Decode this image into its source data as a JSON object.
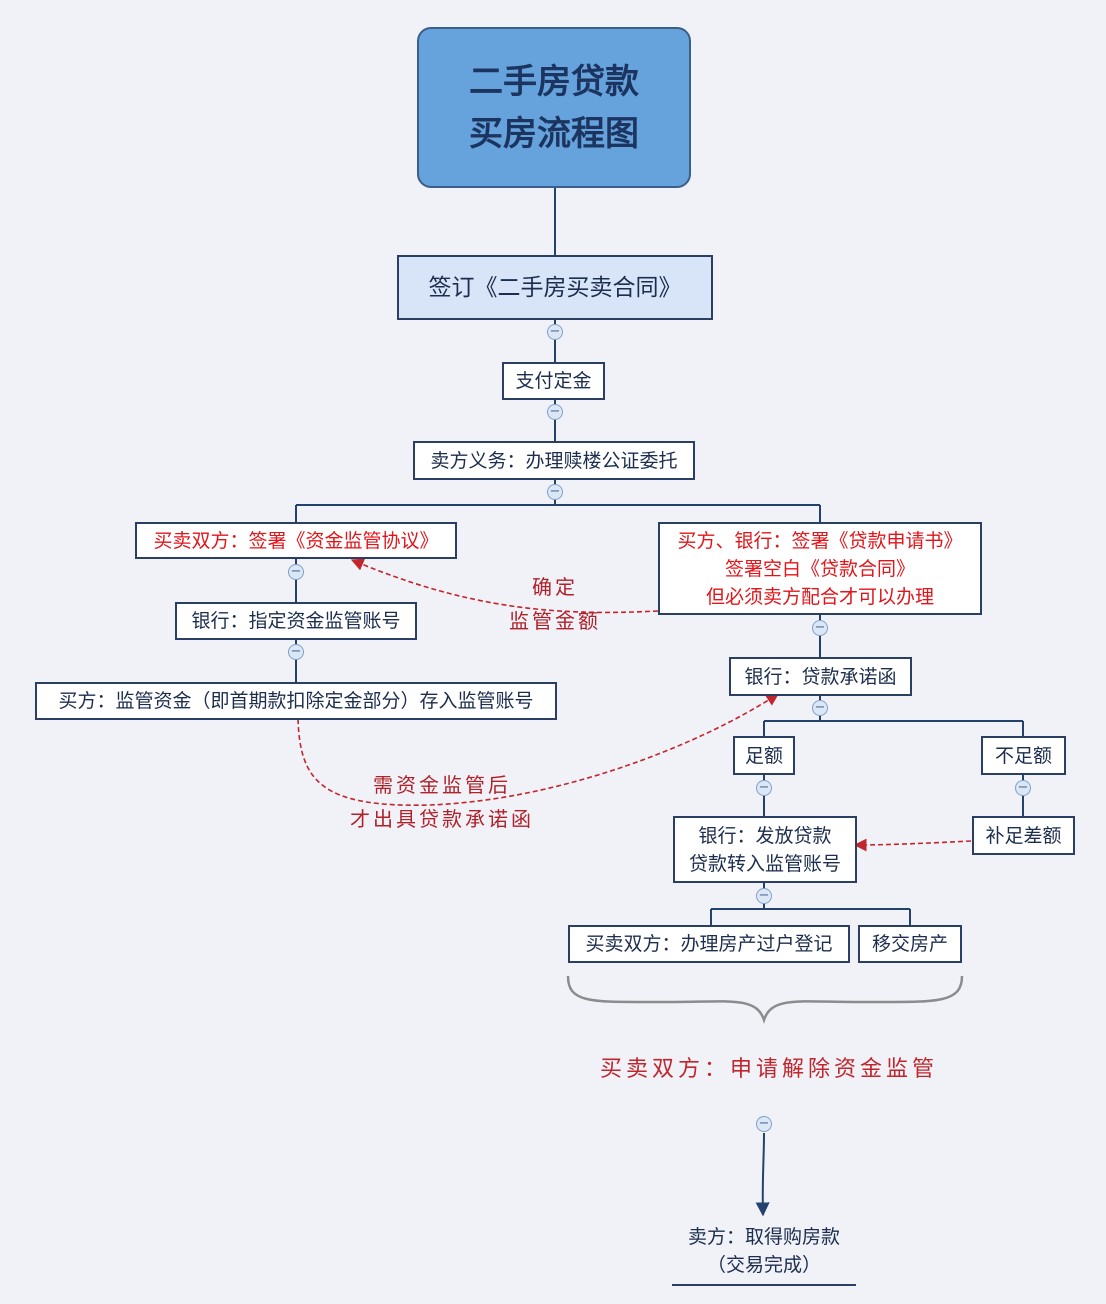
{
  "title": {
    "line1": "二手房贷款",
    "line2": "买房流程图"
  },
  "nodes": {
    "sign_contract": "签订《二手房买卖合同》",
    "pay_deposit": "支付定金",
    "seller_duty": "卖方义务：办理赎楼公证委托",
    "sign_supervision": "买卖双方：签署《资金监管协议》",
    "buyer_bank": {
      "line1": "买方、银行：签署《贷款申请书》",
      "line2": "签署空白《贷款合同》",
      "line3": "但必须卖方配合才可以办理"
    },
    "designate_account": "银行：指定资金监管账号",
    "deposit_funds": "买方：监管资金（即首期款扣除定金部分）存入监管账号",
    "loan_commitment": "银行：贷款承诺函",
    "sufficient": "足额",
    "insufficient": "不足额",
    "make_up": "补足差额",
    "disburse": {
      "line1": "银行：发放贷款",
      "line2": "贷款转入监管账号"
    },
    "transfer_registration": "买卖双方：办理房产过户登记",
    "hand_over": "移交房产",
    "release_supervision": "买卖双方：申请解除资金监管",
    "final": {
      "line1": "卖方：取得购房款",
      "line2": "（交易完成）"
    }
  },
  "annotations": {
    "confirm": {
      "line1": "确定",
      "line2": "监管金额"
    },
    "need_supervision": {
      "line1": "需资金监管后",
      "line2": "才出具贷款承诺函"
    }
  },
  "toggle_symbol": "−",
  "colors": {
    "background": "#f1f2f8",
    "title_fill": "#66a3dc",
    "contract_fill": "#d8e4f8",
    "line": "#24426e",
    "red_text": "#e0161b",
    "annotation": "#c0262c"
  }
}
